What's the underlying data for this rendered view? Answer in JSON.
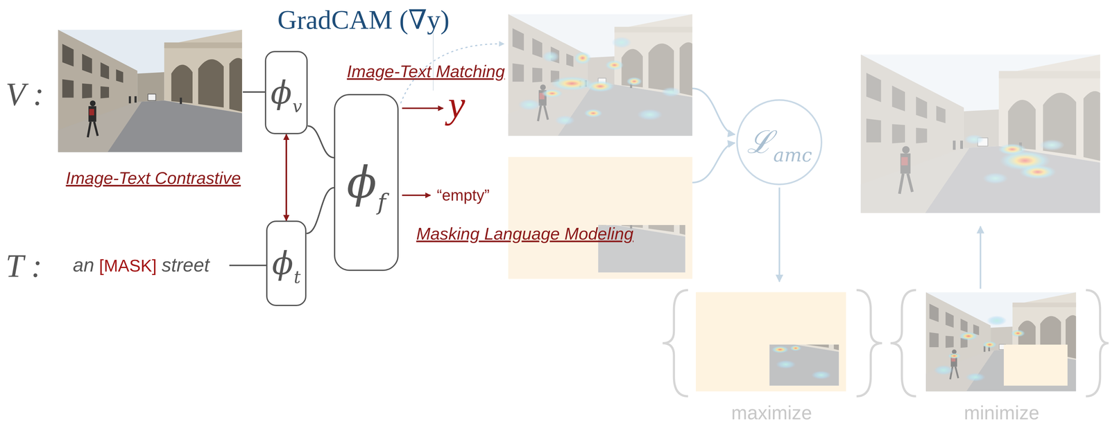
{
  "diagram": {
    "nodes": [
      {
        "text": [
          "ϕ",
          "v"
        ]
      },
      {
        "text": [
          "ϕ",
          "t"
        ]
      },
      {
        "text": [
          "ϕ",
          "f"
        ]
      },
      {
        "text": [
          "ℒ",
          "amc"
        ]
      }
    ],
    "edges": [
      {
        "from": 0,
        "to": 2,
        "arrow": "none"
      },
      {
        "from": 1,
        "to": 2,
        "arrow": "none"
      },
      {
        "from": 0,
        "to": 1,
        "arrow": "both"
      }
    ],
    "labels": [
      "V :",
      "T :",
      "an",
      "[MASK]",
      "street",
      "Image-Text Contrastive",
      "GradCAM (∇y)",
      "Image-Text Matching",
      "y",
      "“empty”",
      "Masking Language Modeling",
      "maximize",
      "minimize"
    ]
  }
}
